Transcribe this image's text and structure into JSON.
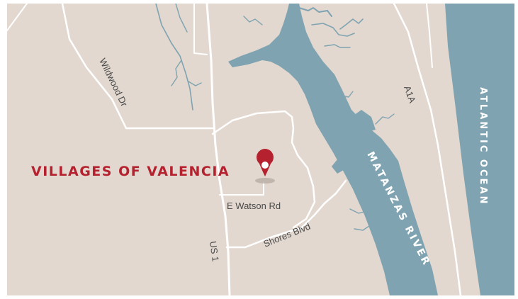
{
  "map": {
    "colors": {
      "land": "#e2d8cf",
      "water": "#7fa3b1",
      "road": "#ffffff",
      "label": "#4a4a4a",
      "accent": "#b5212e",
      "water_label": "#ffffff"
    },
    "pin_icon": "map-pin-icon",
    "location": {
      "name": "VILLAGES OF VALENCIA"
    },
    "water_labels": {
      "ocean": "ATLANTIC OCEAN",
      "river": "MATANZAS RIVER"
    },
    "road_labels": {
      "wildwood": "Wildwood Dr",
      "a1a": "A1A",
      "e_watson": "E Watson Rd",
      "shores": "Shores Blvd",
      "us1": "US 1"
    }
  }
}
